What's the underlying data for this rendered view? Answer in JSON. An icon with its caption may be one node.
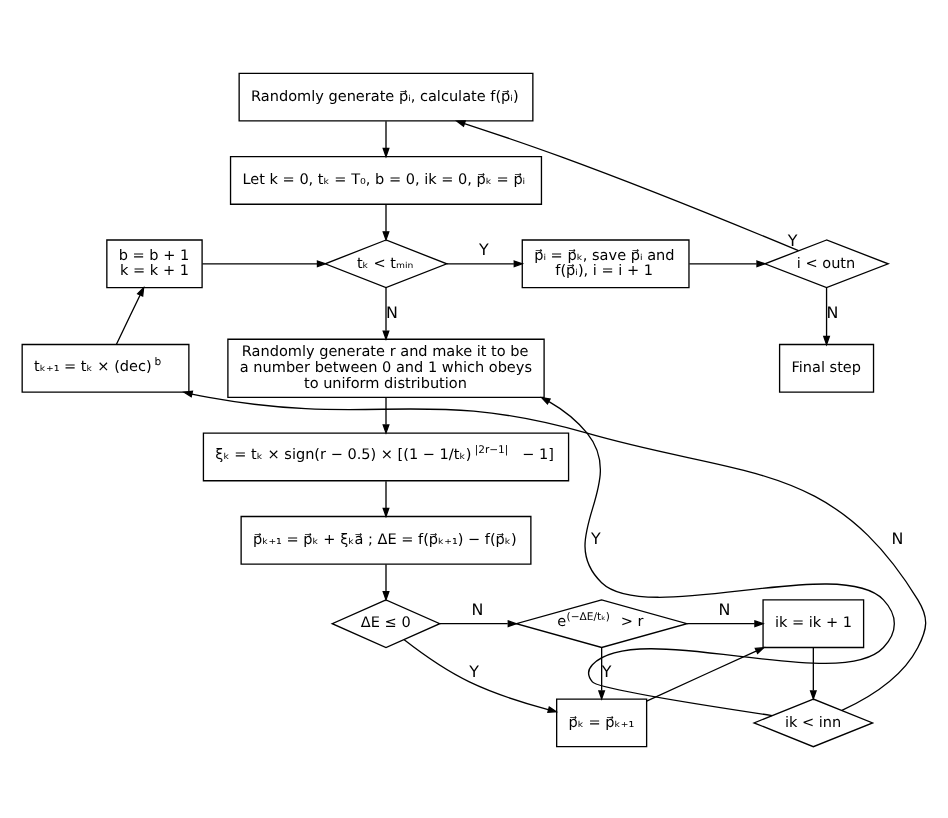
{
  "diagram": {
    "nodes": [
      {
        "text": [
          "Randomly generate p⃗ᵢ, calculate f(p⃗ᵢ)"
        ]
      },
      {
        "text": [
          "Let k = 0, tₖ = T₀, b = 0, ik = 0, p⃗ₖ = p⃗ᵢ"
        ]
      },
      {
        "text": [
          "b = b + 1 k = k + 1"
        ]
      },
      {
        "text": [
          "tₖ < tₘᵢₙ"
        ]
      },
      {
        "text": [
          "p⃗ᵢ = p⃗ₖ, save p⃗ᵢ and f(p⃗ᵢ), i = i + 1"
        ]
      },
      {
        "text": [
          "i < outn"
        ]
      },
      {
        "text": [
          "Final step"
        ]
      },
      {
        "text": [
          "Randomly generate r and make it to be a number between 0 and 1 which obeys to uniform distribution"
        ]
      },
      {
        "text": [
          "ξₖ = tₖ × sign(r − 0.5) × [(1 − 1/tₖ)$^{|2r−1|}$ − 1]"
        ]
      },
      {
        "text": [
          "p⃗ₖ₊₁ = p⃗ₖ + ξₖa⃗ ; ΔE = f(p⃗ₖ₊₁) − f(p⃗ₖ)"
        ]
      },
      {
        "text": [
          "ik < inn"
        ]
      },
      {
        "text": [
          "tₖ₊₁ = tₖ × (dec)$^{b}$"
        ]
      },
      {
        "text": [
          "ΔE ≤ 0"
        ]
      },
      {
        "text": [
          "e$^{(−ΔE/tₖ)}$ > r"
        ]
      },
      {
        "text": [
          "ik = ik + 1"
        ]
      },
      {
        "text": [
          "p⃗ₖ = p⃗ₖ₊₁"
        ]
      }
    ],
    "edges": [
      {
        "from": 0,
        "to": 1,
        "arrow": "to"
      },
      {
        "from": 1,
        "to": 3,
        "arrow": "to"
      },
      {
        "from": 2,
        "to": 3,
        "arrow": "to"
      },
      {
        "from": 3,
        "to": 4,
        "arrow": "to",
        "label": "Y"
      },
      {
        "from": 3,
        "to": 7,
        "arrow": "to",
        "label": "N"
      },
      {
        "from": 4,
        "to": 5,
        "arrow": "to"
      },
      {
        "from": 5,
        "to": 0,
        "arrow": "to",
        "label": "Y"
      },
      {
        "from": 5,
        "to": 6,
        "arrow": "to",
        "label": "N"
      },
      {
        "from": 7,
        "to": 8,
        "arrow": "to"
      },
      {
        "from": 8,
        "to": 9,
        "arrow": "to"
      },
      {
        "from": 9,
        "to": 12,
        "arrow": "to"
      },
      {
        "from": 12,
        "to": 13,
        "arrow": "to",
        "label": "N"
      },
      {
        "from": 12,
        "to": 15,
        "arrow": "to",
        "label": "Y"
      },
      {
        "from": 13,
        "to": 14,
        "arrow": "to",
        "label": "N"
      },
      {
        "from": 13,
        "to": 15,
        "arrow": "to",
        "label": "Y"
      },
      {
        "from": 15,
        "to": 14,
        "arrow": "to"
      },
      {
        "from": 14,
        "to": 10,
        "arrow": "to"
      },
      {
        "from": 10,
        "to": 7,
        "arrow": "to",
        "label": "Y"
      },
      {
        "from": 10,
        "to": 11,
        "arrow": "to",
        "label": "N"
      },
      {
        "from": 11,
        "to": 2,
        "arrow": "to"
      }
    ]
  }
}
